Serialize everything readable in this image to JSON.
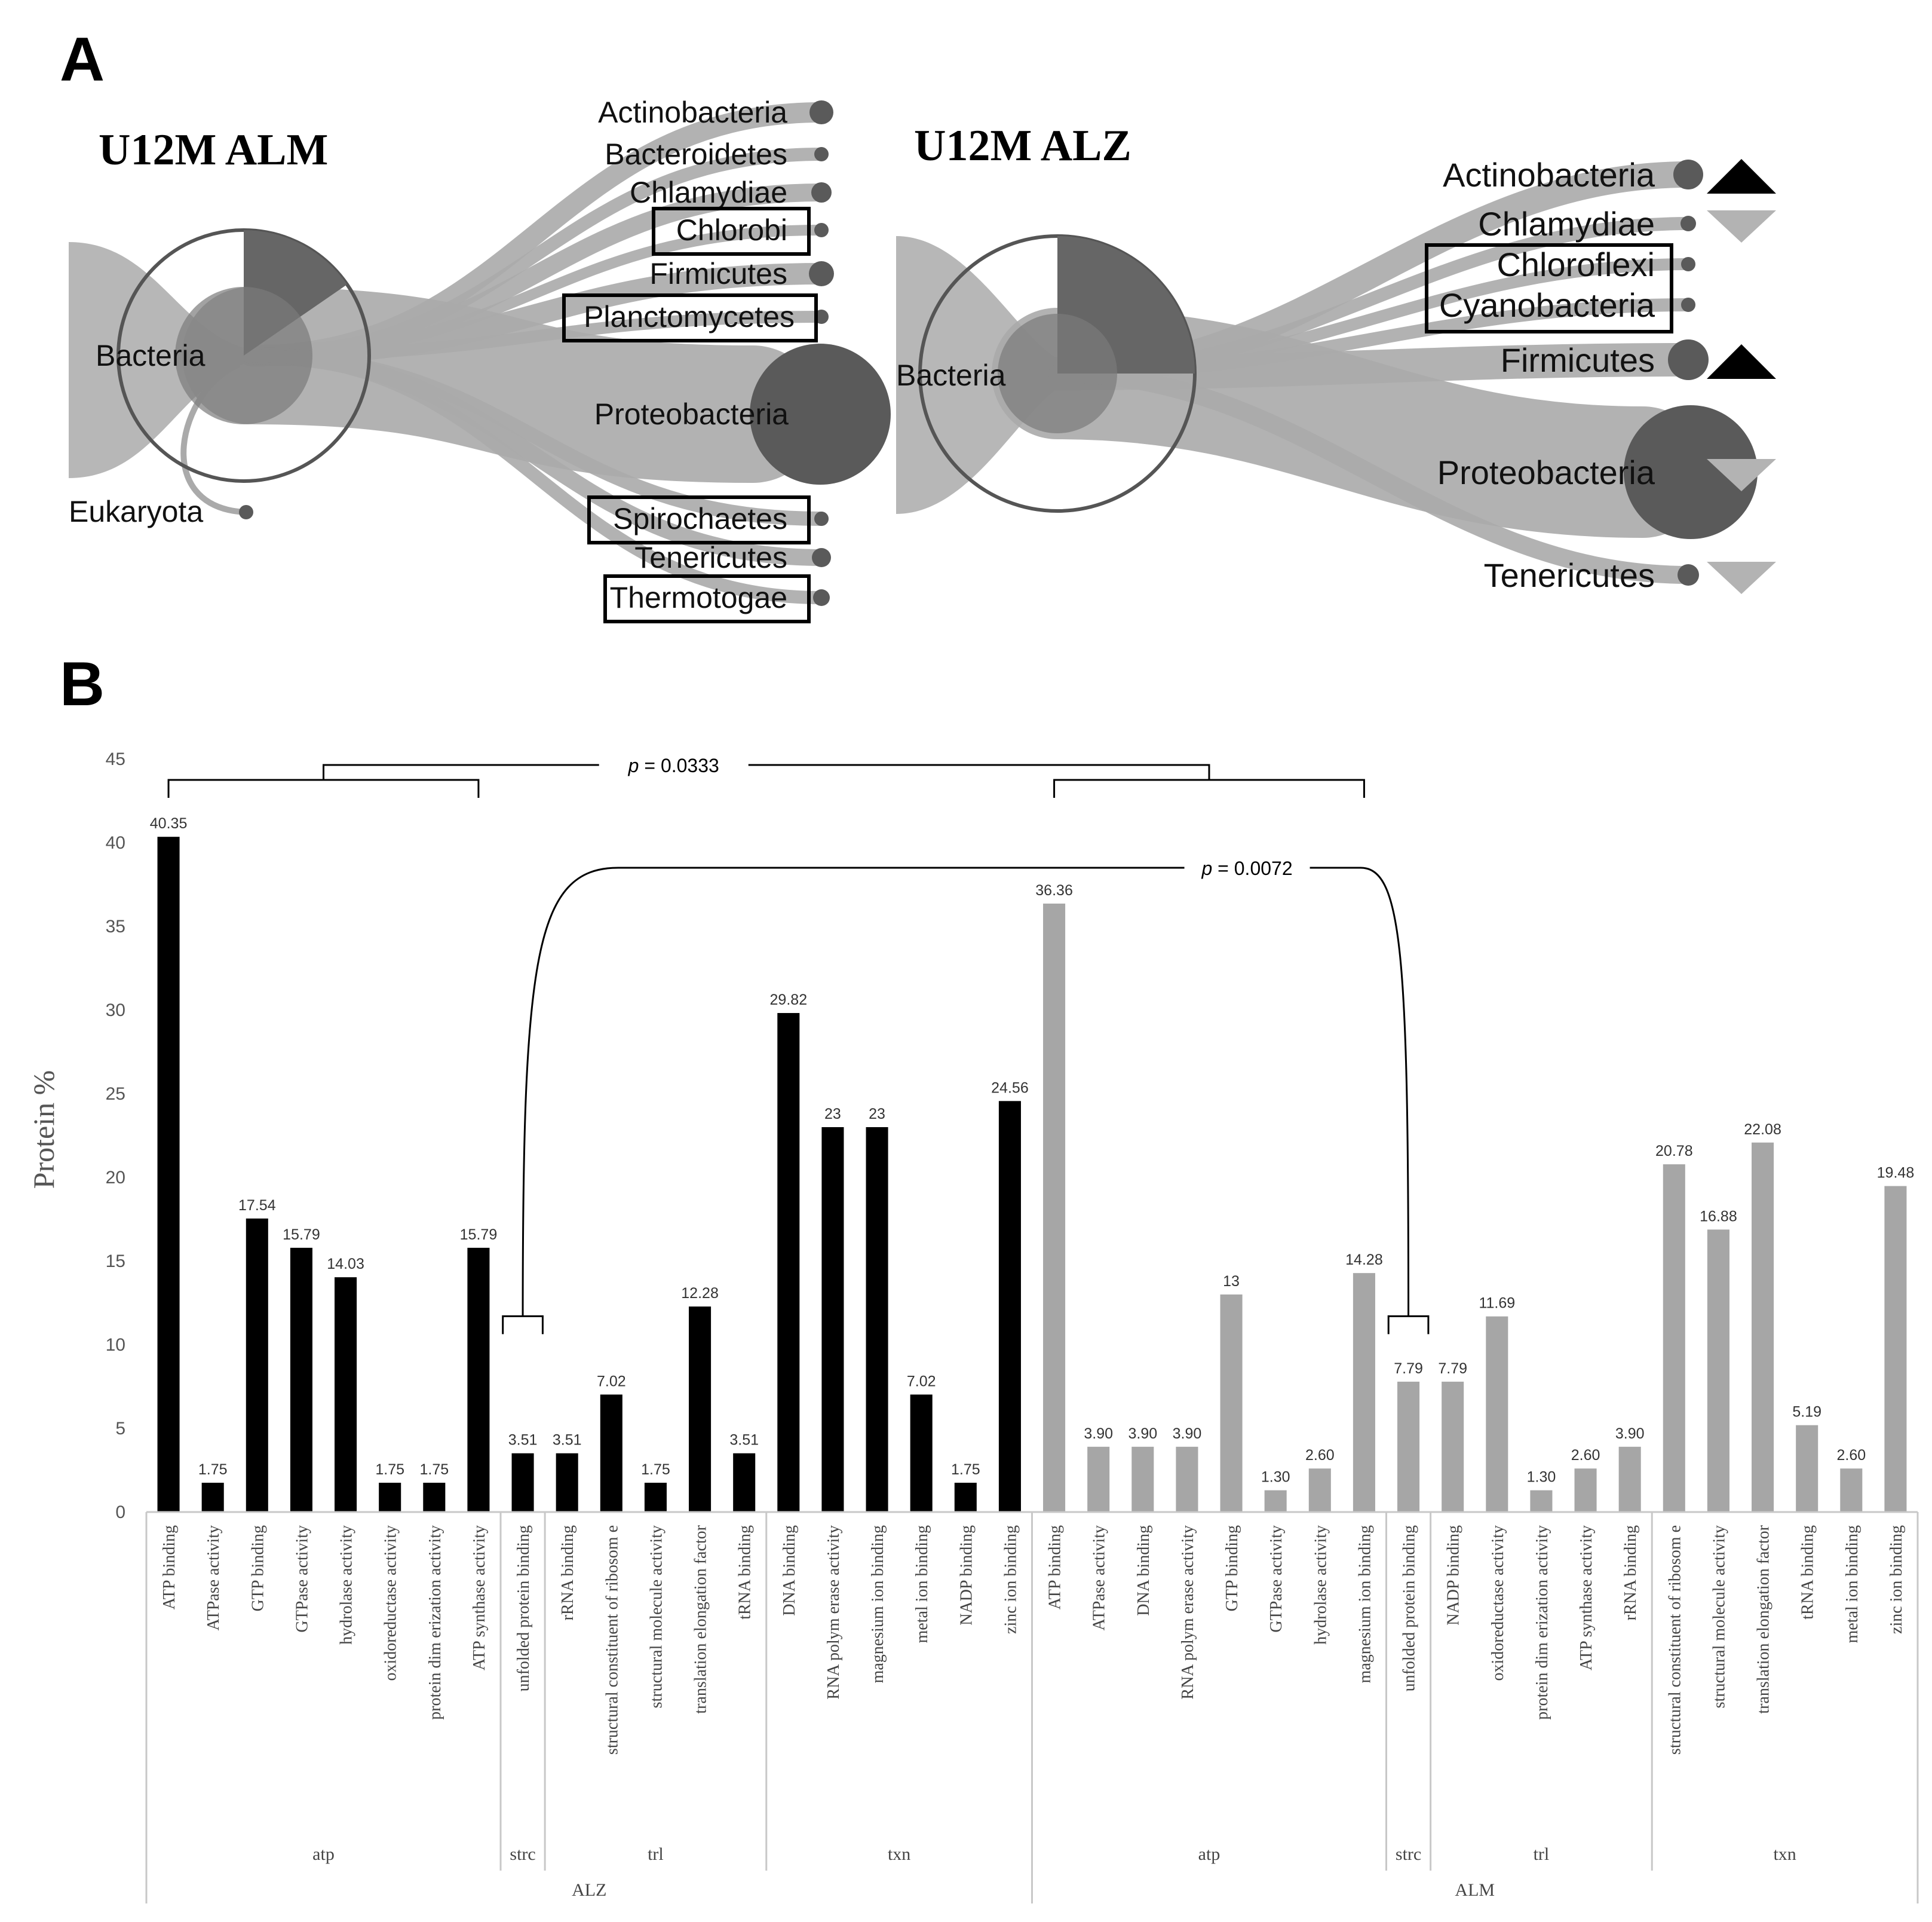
{
  "panelA": {
    "letter": "A",
    "left": {
      "title": "U12M ALM",
      "root": "Bacteria",
      "other_root": "Eukaryota",
      "taxa": [
        {
          "name": "Actinobacteria",
          "boxed": false
        },
        {
          "name": "Bacteroidetes",
          "boxed": false
        },
        {
          "name": "Chlamydiae",
          "boxed": false
        },
        {
          "name": "Chlorobi",
          "boxed": true
        },
        {
          "name": "Firmicutes",
          "boxed": false
        },
        {
          "name": "Planctomycetes",
          "boxed": true
        },
        {
          "name": "Proteobacteria",
          "boxed": false
        },
        {
          "name": "Spirochaetes",
          "boxed": true
        },
        {
          "name": "Tenericutes",
          "boxed": false
        },
        {
          "name": "Thermotogae",
          "boxed": true
        }
      ]
    },
    "right": {
      "title": "U12M ALZ",
      "root": "Bacteria",
      "taxa": [
        {
          "name": "Actinobacteria",
          "boxed": false,
          "trend": "up"
        },
        {
          "name": "Chlamydiae",
          "boxed": false,
          "trend": "down"
        },
        {
          "name": "Chloroflexi",
          "boxed": true,
          "trend": "none"
        },
        {
          "name": "Cyanobacteria",
          "boxed": true,
          "trend": "none"
        },
        {
          "name": "Firmicutes",
          "boxed": false,
          "trend": "up"
        },
        {
          "name": "Proteobacteria",
          "boxed": false,
          "trend": "down"
        },
        {
          "name": "Tenericutes",
          "boxed": false,
          "trend": "down"
        }
      ]
    },
    "colors": {
      "node": "#5a5a5a",
      "branch": "#aaaaaa",
      "up": "#000000",
      "down": "#b3b3b3"
    }
  },
  "panelB": {
    "letter": "B",
    "brackets": [
      {
        "p_prefix": "p",
        "p_value": " = 0.0333"
      },
      {
        "p_prefix": "p",
        "p_value": " = 0.0072"
      }
    ]
  },
  "chart_data": {
    "type": "bar",
    "ylabel": "Protein %",
    "xlabel": "",
    "ylim": [
      0,
      45
    ],
    "yticks": [
      0,
      5,
      10,
      15,
      20,
      25,
      30,
      35,
      40,
      45
    ],
    "grid": false,
    "colors": {
      "ALZ": "#000000",
      "ALM": "#a6a6a6"
    },
    "groups": [
      {
        "name": "ALZ",
        "subgroups": [
          {
            "name": "atp",
            "bars": [
              {
                "label": "ATP binding",
                "value": 40.35,
                "text": "40.35"
              },
              {
                "label": "ATPase activity",
                "value": 1.75,
                "text": "1.75"
              },
              {
                "label": "GTP binding",
                "value": 17.54,
                "text": "17.54"
              },
              {
                "label": "GTPase activity",
                "value": 15.79,
                "text": "15.79"
              },
              {
                "label": "hydrolase activity",
                "value": 14.03,
                "text": "14.03"
              },
              {
                "label": "oxidoreductase activity",
                "value": 1.75,
                "text": "1.75"
              },
              {
                "label": "protein dim erization activity",
                "value": 1.75,
                "text": "1.75"
              },
              {
                "label": "ATP synthase activity",
                "value": 15.79,
                "text": "15.79"
              }
            ]
          },
          {
            "name": "strc",
            "bars": [
              {
                "label": "unfolded protein binding",
                "value": 3.51,
                "text": "3.51"
              }
            ]
          },
          {
            "name": "trl",
            "bars": [
              {
                "label": "rRNA binding",
                "value": 3.51,
                "text": "3.51"
              },
              {
                "label": "structural constituent of ribosom e",
                "value": 7.02,
                "text": "7.02"
              },
              {
                "label": "structural molecule activity",
                "value": 1.75,
                "text": "1.75"
              },
              {
                "label": "translation elongation factor",
                "value": 12.28,
                "text": "12.28"
              },
              {
                "label": "tRNA binding",
                "value": 3.51,
                "text": "3.51"
              }
            ]
          },
          {
            "name": "txn",
            "bars": [
              {
                "label": "DNA binding",
                "value": 29.82,
                "text": "29.82"
              },
              {
                "label": "RNA polym erase activity",
                "value": 23,
                "text": "23"
              },
              {
                "label": "magnesium ion binding",
                "value": 23,
                "text": "23"
              },
              {
                "label": "metal ion binding",
                "value": 7.02,
                "text": "7.02"
              },
              {
                "label": "NADP binding",
                "value": 1.75,
                "text": "1.75"
              },
              {
                "label": "zinc ion binding",
                "value": 24.56,
                "text": "24.56"
              }
            ]
          }
        ]
      },
      {
        "name": "ALM",
        "subgroups": [
          {
            "name": "atp",
            "bars": [
              {
                "label": "ATP binding",
                "value": 36.36,
                "text": "36.36"
              },
              {
                "label": "ATPase activity",
                "value": 3.9,
                "text": "3.90"
              },
              {
                "label": "DNA binding",
                "value": 3.9,
                "text": "3.90"
              },
              {
                "label": "RNA polym erase activity",
                "value": 3.9,
                "text": "3.90"
              },
              {
                "label": "GTP binding",
                "value": 13,
                "text": "13"
              },
              {
                "label": "GTPase activity",
                "value": 1.3,
                "text": "1.30"
              },
              {
                "label": "hydrolase activity",
                "value": 2.6,
                "text": "2.60"
              },
              {
                "label": "magnesium ion binding",
                "value": 14.28,
                "text": "14.28"
              }
            ]
          },
          {
            "name": "strc",
            "bars": [
              {
                "label": "unfolded protein binding",
                "value": 7.79,
                "text": "7.79"
              }
            ]
          },
          {
            "name": "trl",
            "bars": [
              {
                "label": "NADP binding",
                "value": 7.79,
                "text": "7.79"
              },
              {
                "label": "oxidoreductase activity",
                "value": 11.69,
                "text": "11.69"
              },
              {
                "label": "protein dim erization activity",
                "value": 1.3,
                "text": "1.30"
              },
              {
                "label": "ATP synthase activity",
                "value": 2.6,
                "text": "2.60"
              },
              {
                "label": "rRNA binding",
                "value": 3.9,
                "text": "3.90"
              }
            ]
          },
          {
            "name": "txn",
            "bars": [
              {
                "label": "structural constituent of ribosom e",
                "value": 20.78,
                "text": "20.78"
              },
              {
                "label": "structural molecule activity",
                "value": 16.88,
                "text": "16.88"
              },
              {
                "label": "translation elongation factor",
                "value": 22.08,
                "text": "22.08"
              },
              {
                "label": "tRNA binding",
                "value": 5.19,
                "text": "5.19"
              },
              {
                "label": "metal ion binding",
                "value": 2.6,
                "text": "2.60"
              },
              {
                "label": "zinc ion binding",
                "value": 19.48,
                "text": "19.48"
              }
            ]
          }
        ]
      }
    ]
  }
}
